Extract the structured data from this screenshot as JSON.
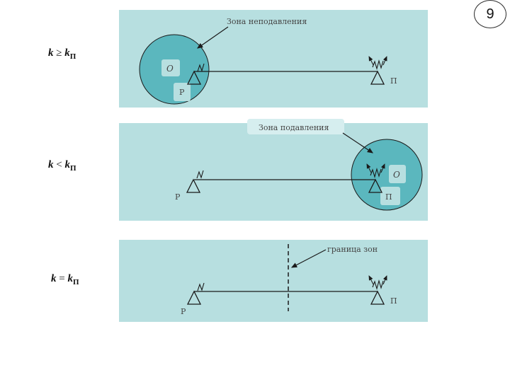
{
  "slide_number": "9",
  "colors": {
    "panel": "#b7dfe0",
    "zone": "#5bb7be",
    "line": "#1a1a1a"
  },
  "rows": [
    {
      "condition": {
        "k": "k",
        "op": "≥",
        "kp": "k",
        "sub": "П"
      },
      "zone_caption": "Зона неподавления",
      "zone_letter": "O",
      "left_station": "P",
      "right_station": "П"
    },
    {
      "condition": {
        "k": "k",
        "op": "<",
        "kp": "k",
        "sub": "П"
      },
      "zone_caption": "Зона подавления",
      "zone_letter": "O",
      "left_station": "P",
      "right_station": "П"
    },
    {
      "condition": {
        "k": "k",
        "op": "=",
        "kp": "k",
        "sub": "П"
      },
      "zone_caption": "граница зон",
      "left_station": "P",
      "right_station": "П"
    }
  ]
}
